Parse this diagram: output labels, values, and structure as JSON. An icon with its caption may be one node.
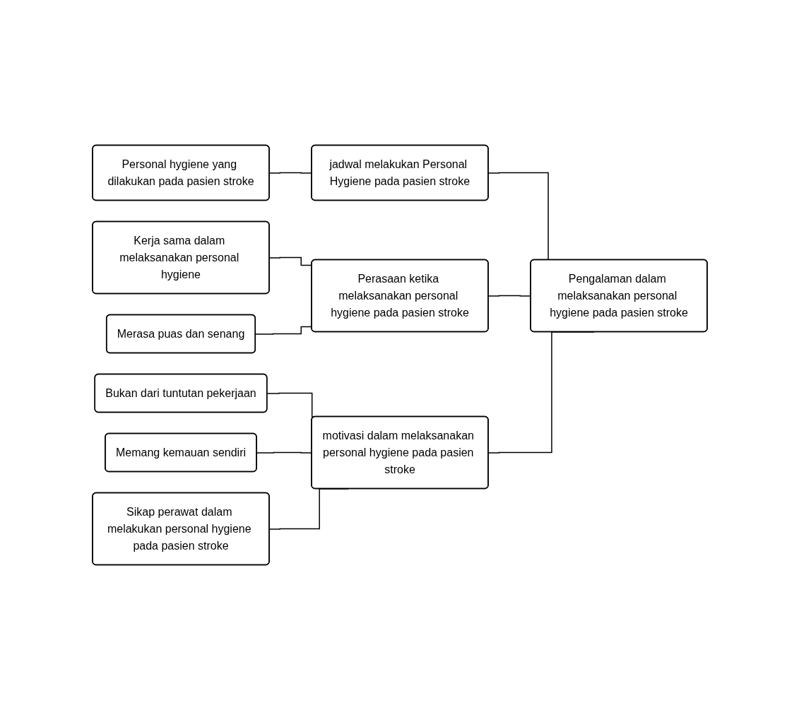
{
  "diagram": {
    "nodes": [
      {
        "text": [
          "Personal hygiene yang dilakukan pada pasien stroke"
        ]
      },
      {
        "text": [
          "jadwal melakukan Personal Hygiene pada pasien stroke"
        ]
      },
      {
        "text": [
          "Kerja sama dalam melaksanakan personal hygiene"
        ]
      },
      {
        "text": [
          "Perasaan ketika melaksanakan personal hygiene pada pasien stroke"
        ]
      },
      {
        "text": [
          "Pengalaman dalam melaksanakan personal hygiene pada pasien stroke"
        ]
      },
      {
        "text": [
          "Merasa puas dan senang"
        ]
      },
      {
        "text": [
          "Bukan dari tuntutan pekerjaan"
        ]
      },
      {
        "text": [
          "motivasi dalam melaksanakan personal hygiene pada pasien stroke"
        ]
      },
      {
        "text": [
          "Memang kemauan sendiri"
        ]
      },
      {
        "text": [
          "Sikap perawat dalam melakukan personal hygiene pada pasien stroke"
        ]
      }
    ],
    "edges": [
      {
        "from": 0,
        "to": 1,
        "arrow": "none"
      },
      {
        "from": 2,
        "to": 3,
        "arrow": "none"
      },
      {
        "from": 5,
        "to": 3,
        "arrow": "none"
      },
      {
        "from": 1,
        "to": 4,
        "arrow": "none"
      },
      {
        "from": 3,
        "to": 4,
        "arrow": "none"
      },
      {
        "from": 7,
        "to": 4,
        "arrow": "none"
      },
      {
        "from": 6,
        "to": 7,
        "arrow": "none"
      },
      {
        "from": 8,
        "to": 7,
        "arrow": "none"
      },
      {
        "from": 9,
        "to": 7,
        "arrow": "none"
      }
    ]
  }
}
